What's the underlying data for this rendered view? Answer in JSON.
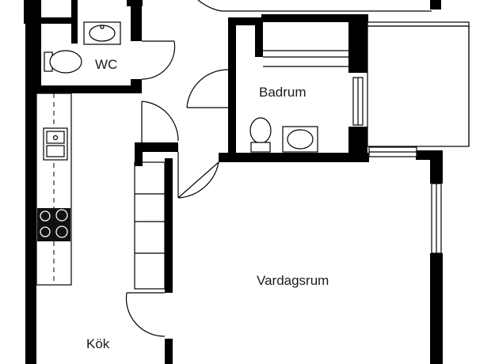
{
  "rooms": {
    "wc": "WC",
    "badrum": "Badrum",
    "vardagsrum": "Vardagsrum",
    "kok": "Kök"
  }
}
